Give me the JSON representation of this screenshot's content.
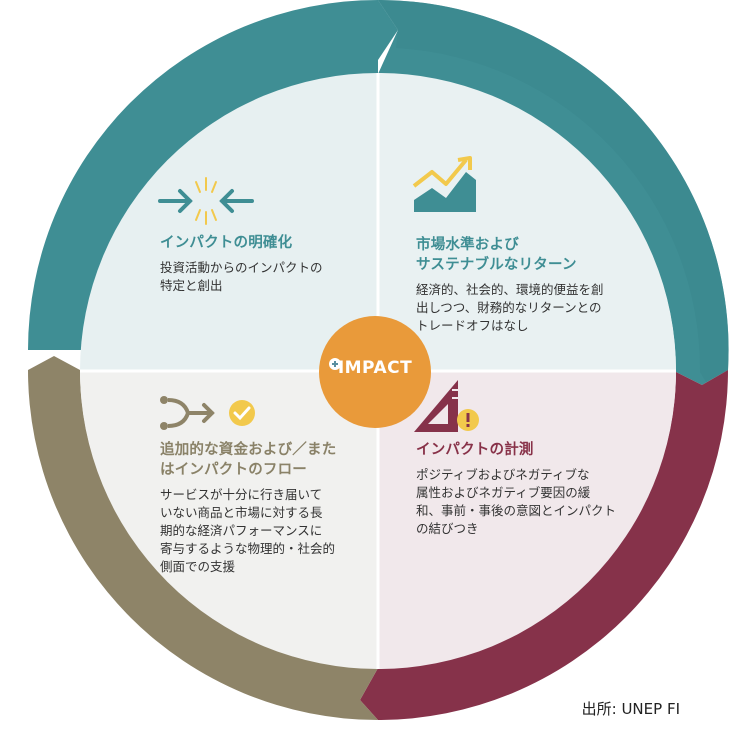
{
  "center": {
    "label": "IMPACT"
  },
  "quadrants": {
    "top_left": {
      "title": "インパクトの明確化",
      "lines": [
        "投資活動からのインパクトの",
        "特定と創出"
      ]
    },
    "top_right": {
      "title_lines": [
        "市場水準および",
        "サステナブルなリターン"
      ],
      "lines": [
        "経済的、社会的、環境的便益を創",
        "出しつつ、財務的なリターンとの",
        "トレードオフはなし"
      ]
    },
    "bottom_left": {
      "title_lines": [
        "追加的な資金および／また",
        "はインパクトのフロー"
      ],
      "lines": [
        "サービスが十分に行き届いて",
        "いない商品と市場に対する長",
        "期的な経済パフォーマンスに",
        "寄与するような物理的・社会的",
        "側面での支援"
      ]
    },
    "bottom_right": {
      "title": "インパクトの計測",
      "lines": [
        "ポジティブおよびネガティブな",
        "属性およびネガティブ要因の緩",
        "和、事前・事後の意図とインパクト",
        "の結びつき"
      ]
    }
  },
  "source": "出所: UNEP FI",
  "colors": {
    "teal": "#3f8e94",
    "olive": "#8e8468",
    "maroon": "#86324a",
    "orange": "#e99a3a",
    "bg_teal": "#e7f0f1",
    "bg_grey": "#f1f1ef",
    "bg_pink": "#f1e8eb",
    "yellow": "#f2c94c"
  },
  "icons": {
    "top_left": "converging-arrows-icon",
    "top_right": "rising-chart-icon",
    "bottom_left": "merge-check-icon",
    "bottom_right": "ruler-triangle-warning-icon",
    "center": "plus-icon"
  }
}
